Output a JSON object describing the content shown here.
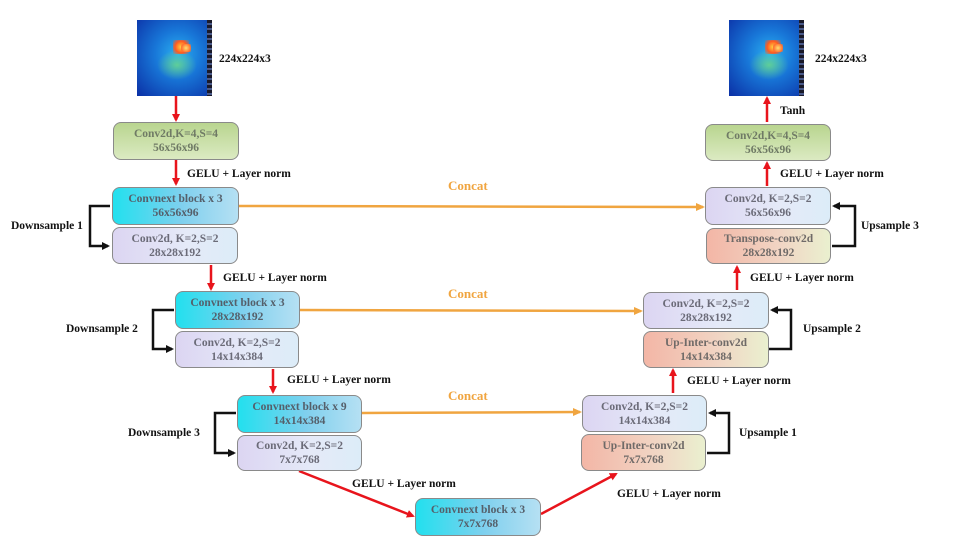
{
  "image_in": {
    "label": "224x224x3"
  },
  "image_out": {
    "label": "224x224x3"
  },
  "encoder": {
    "stem": {
      "line1": "Conv2d,K=4,S=4",
      "line2": "56x56x96"
    },
    "stem_act": "GELU  + Layer norm",
    "stage1": {
      "block_line1": "Convnext block x 3",
      "block_line2": "56x56x96",
      "down_line1": "Conv2d, K=2,S=2",
      "down_line2": "28x28x192",
      "down_label": "Downsample 1",
      "act": "GELU  + Layer norm"
    },
    "stage2": {
      "block_line1": "Convnext block x 3",
      "block_line2": "28x28x192",
      "down_line1": "Conv2d, K=2,S=2",
      "down_line2": "14x14x384",
      "down_label": "Downsample 2",
      "act": "GELU  + Layer norm"
    },
    "stage3": {
      "block_line1": "Convnext block x 9",
      "block_line2": "14x14x384",
      "down_line1": "Conv2d, K=2,S=2",
      "down_line2": "7x7x768",
      "down_label": "Downsample 3",
      "act": "GELU  + Layer norm"
    }
  },
  "bottleneck": {
    "line1": "Convnext block x 3",
    "line2": "7x7x768",
    "act": "GELU  + Layer norm"
  },
  "decoder": {
    "up1": {
      "up_line1": "Up-Inter-conv2d",
      "up_line2": "7x7x768",
      "conv_line1": "Conv2d, K=2,S=2",
      "conv_line2": "14x14x384",
      "up_label": "Upsample 1",
      "act": "GELU  + Layer norm"
    },
    "up2": {
      "up_line1": "Up-Inter-conv2d",
      "up_line2": "14x14x384",
      "conv_line1": "Conv2d, K=2,S=2",
      "conv_line2": "28x28x192",
      "up_label": "Upsample 2",
      "act": "GELU  + Layer norm"
    },
    "up3": {
      "up_line1": "Transpose-conv2d",
      "up_line2": "28x28x192",
      "conv_line1": "Conv2d, K=2,S=2",
      "conv_line2": "56x56x96",
      "up_label": "Upsample 3",
      "act": "GELU  + Layer norm"
    },
    "head": {
      "line1": "Conv2d,K=4,S=4",
      "line2": "56x56x96",
      "act": "Tanh"
    }
  },
  "concat_label": "Concat",
  "colors": {
    "arrow_red": "#e8141c",
    "concat_orange": "#f0a540",
    "loop_black": "#111111"
  }
}
